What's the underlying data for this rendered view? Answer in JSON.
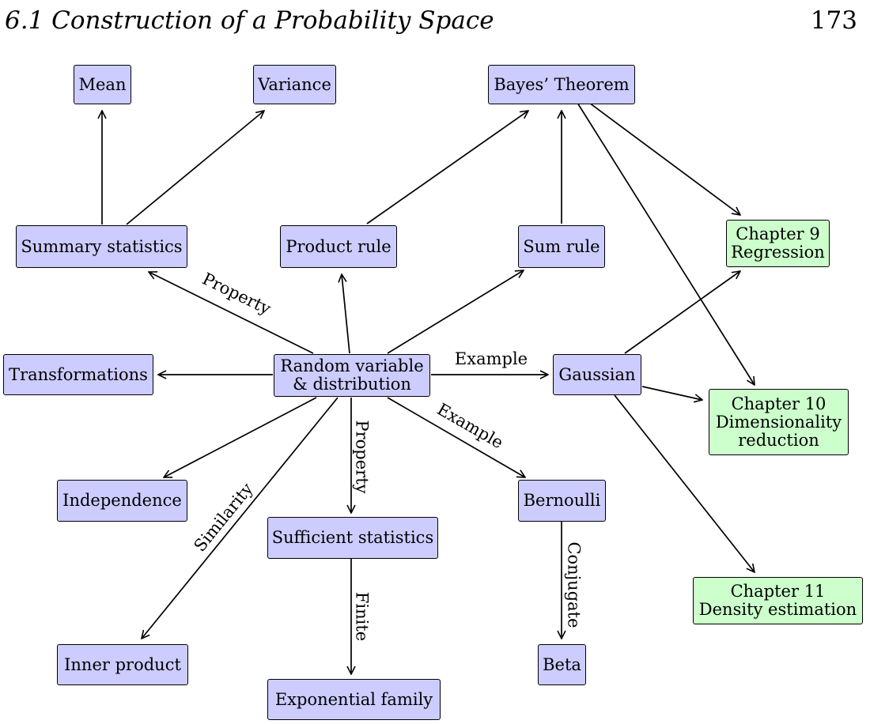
{
  "header": {
    "section_title": "6.1 Construction of a Probability Space",
    "page_number": "173"
  },
  "nodes": {
    "mean": "Mean",
    "variance": "Variance",
    "bayes": "Bayes’ Theorem",
    "summary": "Summary statistics",
    "product": "Product rule",
    "sum": "Sum rule",
    "ch9": [
      "Chapter 9",
      "Regression"
    ],
    "transformations": "Transformations",
    "random": [
      "Random variable",
      "& distribution"
    ],
    "gaussian": "Gaussian",
    "ch10": [
      "Chapter 10",
      "Dimensionality",
      "reduction"
    ],
    "independence": "Independence",
    "bernoulli": "Bernoulli",
    "sufficient": "Sufficient statistics",
    "ch11": [
      "Chapter 11",
      "Density estimation"
    ],
    "inner": "Inner product",
    "beta": "Beta",
    "exponential": "Exponential family"
  },
  "edge_labels": {
    "property_summary": "Property",
    "example_gaussian": "Example",
    "example_bernoulli": "Example",
    "property_sufficient": "Property",
    "similarity": "Similarity",
    "finite": "Finite",
    "conjugate": "Conjugate"
  },
  "colors": {
    "blue_node": "#ccccff",
    "green_node": "#ccffcc",
    "stroke": "#000000"
  }
}
